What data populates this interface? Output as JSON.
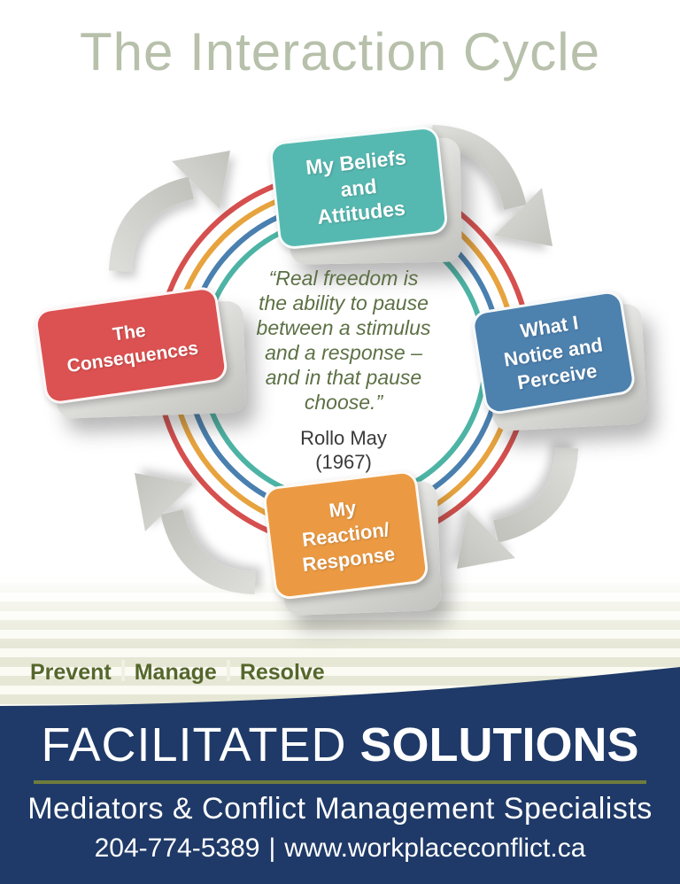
{
  "title": "The Interaction Cycle",
  "diagram": {
    "flow": "clockwise",
    "arrow_color": "#cbccc6",
    "ring_colors": [
      "#d5504e",
      "#e7a33e",
      "#4a80af",
      "#4db4a5"
    ],
    "nodes": [
      {
        "id": "beliefs",
        "color": "#56b9b1",
        "lines": [
          "My Beliefs",
          "and",
          "Attitudes"
        ]
      },
      {
        "id": "notice",
        "color": "#4d81ae",
        "lines": [
          "What I",
          "Notice and",
          "Perceive"
        ]
      },
      {
        "id": "reaction",
        "color": "#eb9a43",
        "lines": [
          "My",
          "Reaction/",
          "Response"
        ]
      },
      {
        "id": "consequences",
        "color": "#dc5151",
        "lines": [
          "The",
          "Consequences"
        ]
      }
    ],
    "quote": {
      "lines": [
        "“Real freedom is",
        "the ability to pause",
        "between a stimulus",
        "and a response –",
        "and in that pause",
        "choose.”"
      ],
      "attribution": "Rollo May",
      "year": "(1967)"
    }
  },
  "tagline": {
    "color": "#55672c",
    "items": [
      "Prevent",
      "Manage",
      "Resolve"
    ]
  },
  "footer": {
    "background": "#1f3a68",
    "divider_color": "#6e7c3c",
    "brand_light": "FACILITATED",
    "brand_bold": "SOLUTIONS",
    "subtitle": "Mediators & Conflict Management Specialists",
    "phone": "204-774-5389",
    "separator": "|",
    "website": "www.workplaceconflict.ca"
  }
}
